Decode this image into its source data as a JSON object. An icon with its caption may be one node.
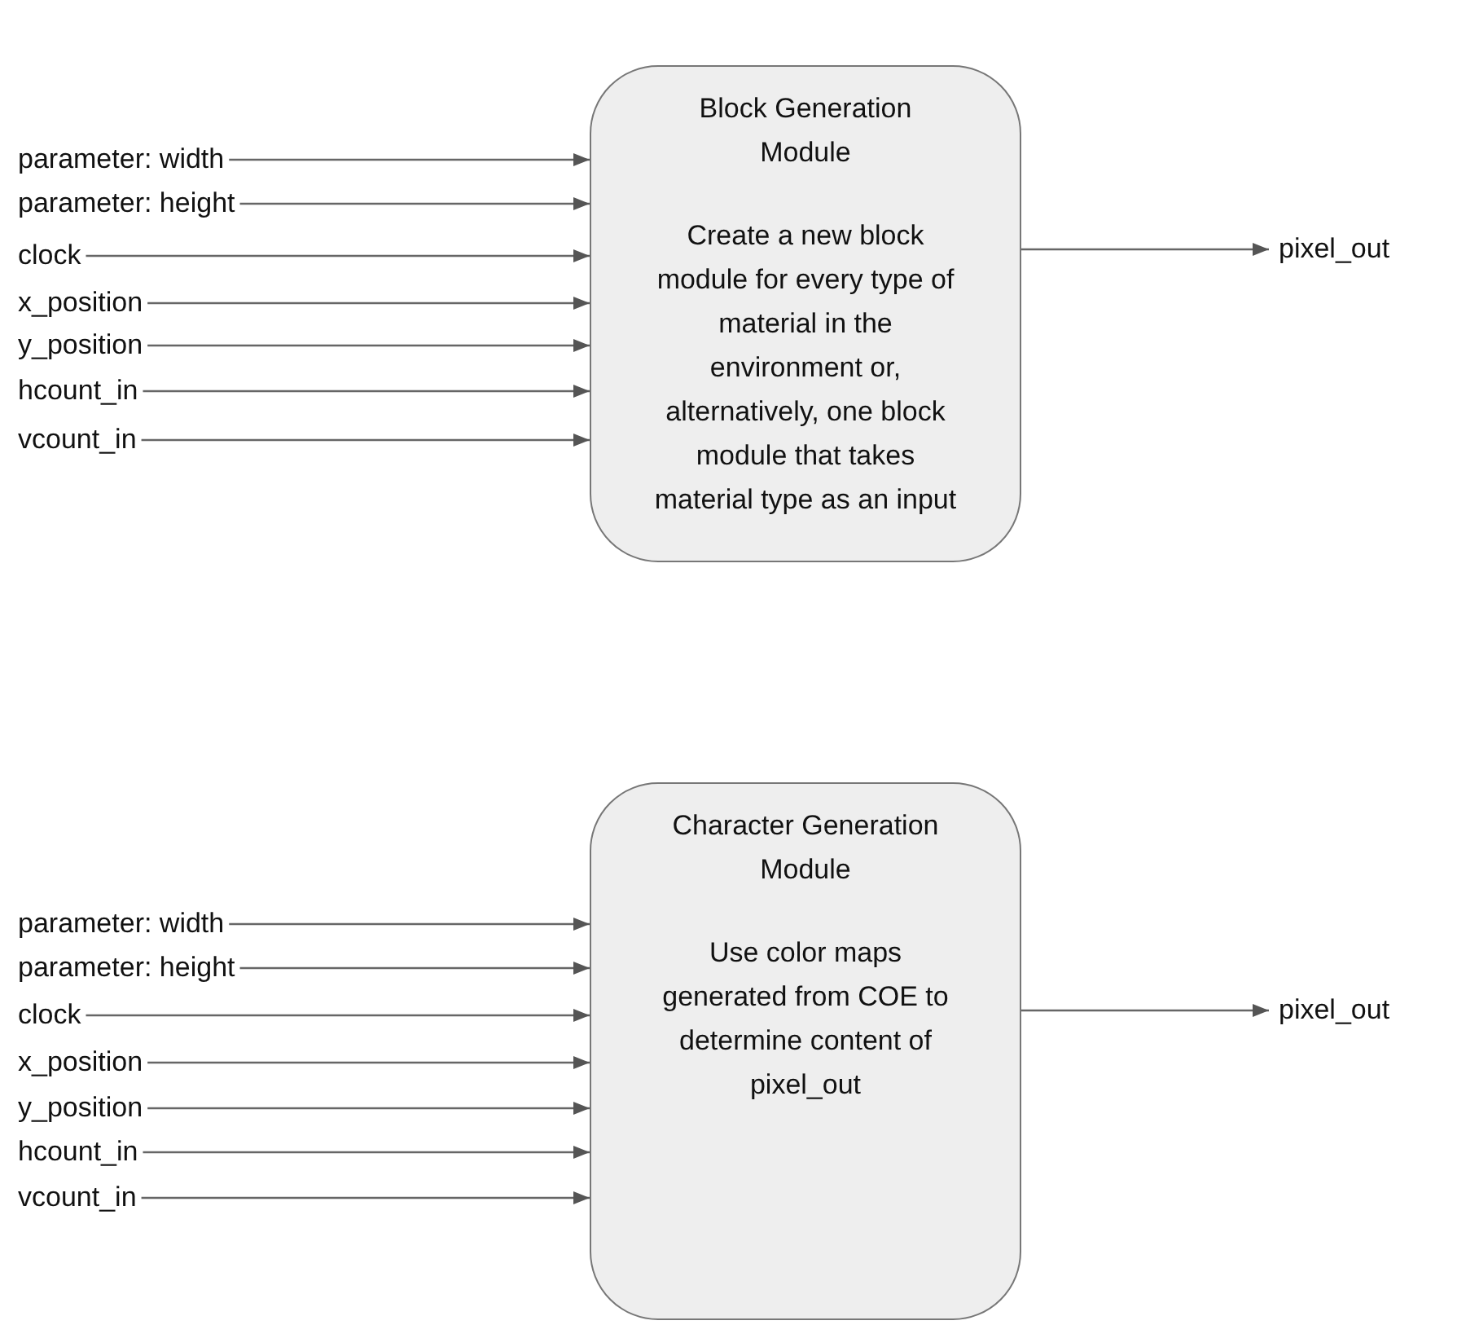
{
  "diagram": {
    "nodes": [
      {
        "text": [
          "Block Generation Module",
          "Create a new block module for every type of material in the environment or, alternatively, one block module that takes material type as an input"
        ]
      },
      {
        "text": [
          "parameter: width"
        ]
      },
      {
        "text": [
          "parameter: height"
        ]
      },
      {
        "text": [
          "clock"
        ]
      },
      {
        "text": [
          "x_position"
        ]
      },
      {
        "text": [
          "y_position"
        ]
      },
      {
        "text": [
          "hcount_in"
        ]
      },
      {
        "text": [
          "vcount_in"
        ]
      },
      {
        "text": [
          "pixel_out"
        ]
      },
      {
        "text": [
          "Character Generation Module",
          "Use color maps generated from COE to determine content of pixel_out"
        ]
      },
      {
        "text": [
          "parameter: width"
        ]
      },
      {
        "text": [
          "parameter: height"
        ]
      },
      {
        "text": [
          "clock"
        ]
      },
      {
        "text": [
          "x_position"
        ]
      },
      {
        "text": [
          "y_position"
        ]
      },
      {
        "text": [
          "hcount_in"
        ]
      },
      {
        "text": [
          "vcount_in"
        ]
      },
      {
        "text": [
          "pixel_out"
        ]
      }
    ],
    "edges": [
      {
        "from": 1,
        "to": 0,
        "arrow": "to"
      },
      {
        "from": 2,
        "to": 0,
        "arrow": "to"
      },
      {
        "from": 3,
        "to": 0,
        "arrow": "to"
      },
      {
        "from": 4,
        "to": 0,
        "arrow": "to"
      },
      {
        "from": 5,
        "to": 0,
        "arrow": "to"
      },
      {
        "from": 6,
        "to": 0,
        "arrow": "to"
      },
      {
        "from": 7,
        "to": 0,
        "arrow": "to"
      },
      {
        "from": 0,
        "to": 8,
        "arrow": "to"
      },
      {
        "from": 10,
        "to": 9,
        "arrow": "to"
      },
      {
        "from": 11,
        "to": 9,
        "arrow": "to"
      },
      {
        "from": 12,
        "to": 9,
        "arrow": "to"
      },
      {
        "from": 13,
        "to": 9,
        "arrow": "to"
      },
      {
        "from": 14,
        "to": 9,
        "arrow": "to"
      },
      {
        "from": 15,
        "to": 9,
        "arrow": "to"
      },
      {
        "from": 16,
        "to": 9,
        "arrow": "to"
      },
      {
        "from": 9,
        "to": 17,
        "arrow": "to"
      }
    ]
  }
}
